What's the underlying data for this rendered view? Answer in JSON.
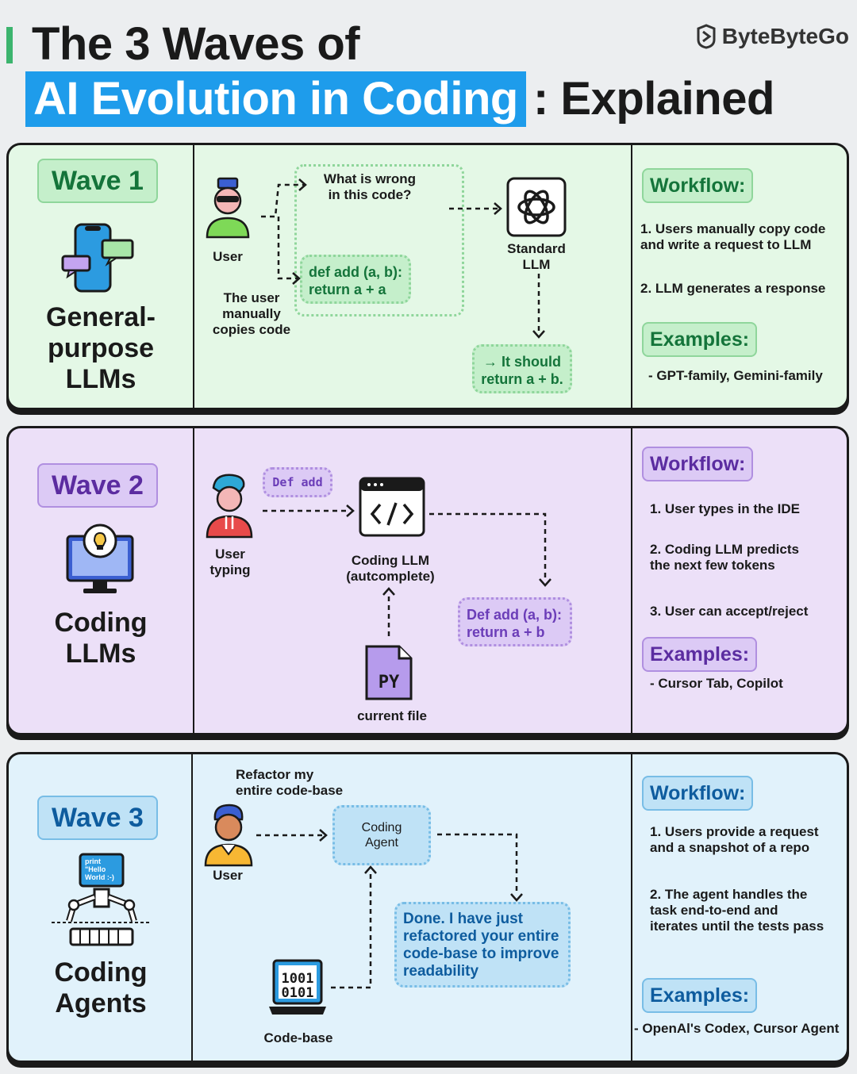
{
  "header": {
    "title_line1": "The 3 Waves of",
    "title_highlight": "AI Evolution in Coding",
    "title_rest": ": Explained",
    "brand": "ByteByteGo",
    "accent_color": "#1e9ceb"
  },
  "wave1": {
    "badge": "Wave 1",
    "title_l1": "General-",
    "title_l2": "purpose",
    "title_l3": "LLMs",
    "user_label": "User",
    "question_l1": "What is wrong",
    "question_l2": "in this code?",
    "code_l1": "def add (a, b):",
    "code_l2": "return a + a",
    "copy_note_l1": "The user",
    "copy_note_l2": "manually",
    "copy_note_l3": "copies code",
    "llm_l1": "Standard",
    "llm_l2": "LLM",
    "answer_l1": "→ It should",
    "answer_l2": "return a + b.",
    "workflow_badge": "Workflow:",
    "workflow_1_l1": "1. Users manually copy code",
    "workflow_1_l2": "and write a request to LLM",
    "workflow_2": "2. LLM generates a response",
    "examples_badge": "Examples:",
    "examples": "- GPT-family, Gemini-family"
  },
  "wave2": {
    "badge": "Wave 2",
    "title_l1": "Coding",
    "title_l2": "LLMs",
    "typed": "Def add",
    "user_l1": "User",
    "user_l2": "typing",
    "llm_l1": "Coding LLM",
    "llm_l2": "(autcomplete)",
    "file_icon": "PY",
    "file_label": "current file",
    "suggest_l1": "Def add (a, b):",
    "suggest_l2": "return a + b",
    "workflow_badge": "Workflow:",
    "workflow_1": "1. User types in the IDE",
    "workflow_2_l1": "2. Coding LLM predicts",
    "workflow_2_l2": "the next few tokens",
    "workflow_3": "3. User can accept/reject",
    "examples_badge": "Examples:",
    "examples": "- Cursor Tab, Copilot"
  },
  "wave3": {
    "badge": "Wave 3",
    "title_l1": "Coding",
    "title_l2": "Agents",
    "robot_screen_l1": "print",
    "robot_screen_l2": "\"Hello",
    "robot_screen_l3": "World :-)",
    "request_l1": "Refactor my",
    "request_l2": "entire code-base",
    "user_label": "User",
    "agent_l1": "Coding",
    "agent_l2": "Agent",
    "done_l1": "Done. I have just",
    "done_l2": "refactored your entire",
    "done_l3": "code-base to improve",
    "done_l4": "readability",
    "codebase_l1": "1001",
    "codebase_l2": "0101",
    "codebase_label": "Code-base",
    "workflow_badge": "Workflow:",
    "workflow_1_l1": "1. Users provide a request",
    "workflow_1_l2": "and a snapshot of a repo",
    "workflow_2_l1": "2. The agent handles the",
    "workflow_2_l2": "task end-to-end and",
    "workflow_2_l3": "iterates until the tests pass",
    "examples_badge": "Examples:",
    "examples": "- OpenAl's Codex, Cursor Agent"
  }
}
